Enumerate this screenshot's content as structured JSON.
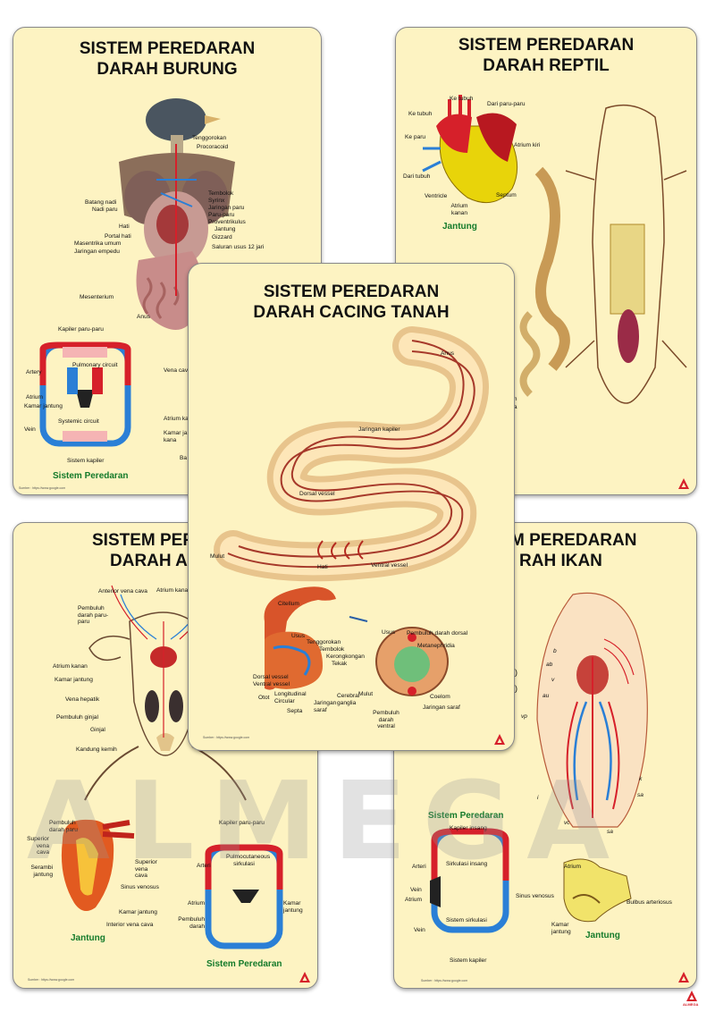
{
  "posters": {
    "burung": {
      "title_1": "SISTEM PEREDARAN",
      "title_2": "DARAH BURUNG",
      "labels": [
        "Tenggorokan",
        "Procoracoid",
        "Tembolok",
        "Syrinx",
        "Jaringan paru",
        "Paru-paru",
        "Proventrikulus",
        "Batang nadi",
        "Nadi paru",
        "Hati",
        "Jantung",
        "Portal hati",
        "Gizzard",
        "Masentrika umum",
        "Saluran usus 12 jari",
        "Jaringan empedu",
        "Mesenterium",
        "Anus"
      ],
      "circ_labels": [
        "Kapiler paru-paru",
        "Pulmonary circuit",
        "Artery",
        "Atrium",
        "Kamar jantung",
        "Systemic circuit",
        "Vein",
        "Sistem kapiler",
        "Vena cava",
        "Atrium ka",
        "Kamar ja kana",
        "Ba"
      ],
      "caption": "Sistem Peredaran",
      "source": "Sumber : https://www.google.com"
    },
    "reptil": {
      "title_1": "SISTEM PEREDARAN",
      "title_2": "DARAH REPTIL",
      "labels": [
        "Ke tubuh",
        "Dari paru-paru",
        "Ke tubuh",
        "Atrium kiri",
        "Ke paru",
        "Dari tubuh",
        "Ventricle",
        "Septum",
        "Atrium kanan",
        "m",
        "ta"
      ],
      "caption": "Jantung"
    },
    "cacing": {
      "title_1": "SISTEM PEREDARAN",
      "title_2": "DARAH CACING TANAH",
      "labels": [
        "Anus",
        "Jaringan kapiler",
        "Dorsal vessel",
        "Mulut",
        "Hati",
        "Ventral vessel"
      ],
      "detail_labels": [
        "Citellum",
        "Usus",
        "Tenggorokan",
        "Tembolok",
        "Kerongkongan",
        "Tekak",
        "Dorsal vessel",
        "Ventral vessel",
        "Otot",
        "Longitudinal",
        "Circular",
        "Septa",
        "Jaringan saraf",
        "Cerebral ganglia",
        "Mulut",
        "Usus",
        "Pembuluh darah dorsal",
        "Metanephridia",
        "Coelom",
        "Jaringan saraf",
        "Pembuluh darah ventral"
      ],
      "source": "Sumber : https://www.google.com"
    },
    "amfibi": {
      "title_1": "SISTEM PERED",
      "title_2": "DARAH AM",
      "labels": [
        "Anterior vena cava",
        "Atrium kana",
        "Pembuluh darah paru-paru",
        "Atrium kanan",
        "Kamar jantung",
        "Vena hepatik",
        "Pembuluh ginjal",
        "Ginjal",
        "Kandung kemih"
      ],
      "heart_labels": [
        "Pembuluh darah paru",
        "Superior vena cava",
        "Serambi jantung",
        "Superior vena cava",
        "Sinus venosus",
        "Kamar jantung",
        "Interior vena cava"
      ],
      "circ_labels": [
        "Kapiler paru-paru",
        "Pulmocutaneous sirkulasi",
        "Arteri",
        "Atrium",
        "Kamar jantung",
        "Pembuluh darah"
      ],
      "caption_heart": "Jantung",
      "caption_circ": "Sistem Peredaran",
      "source": "Sumber : https://www.google.com"
    },
    "ikan": {
      "title_1": "M PEREDARAN",
      "title_2": "RAH IKAN",
      "letters": [
        "b",
        "ab",
        "v",
        "au",
        "vp",
        "k",
        "sa",
        "i",
        "vc",
        "sa"
      ],
      "partial": [
        "ung)",
        "ung)"
      ],
      "caption": "Sistem Peredaran",
      "circ_labels": [
        "Kapiler insang",
        "Sirkulasi insang",
        "Arteri",
        "Vein",
        "Atrium",
        "Sistem sirkulasi",
        "Vein",
        "Sistem kapiler"
      ],
      "heart_labels": [
        "Atrium",
        "Sinus venosus",
        "Bulbus arteriosus",
        "Kamar jantung"
      ],
      "caption_heart": "Jantung",
      "source": "Sumber : https://www.google.com"
    }
  },
  "watermark": {
    "text": "ALMEGA"
  },
  "logo_text": "ALMEGA",
  "colors": {
    "poster_bg": "#fdf3c2",
    "artery": "#d6202a",
    "vein": "#2a7fd6",
    "caption_green": "#137a2a"
  }
}
